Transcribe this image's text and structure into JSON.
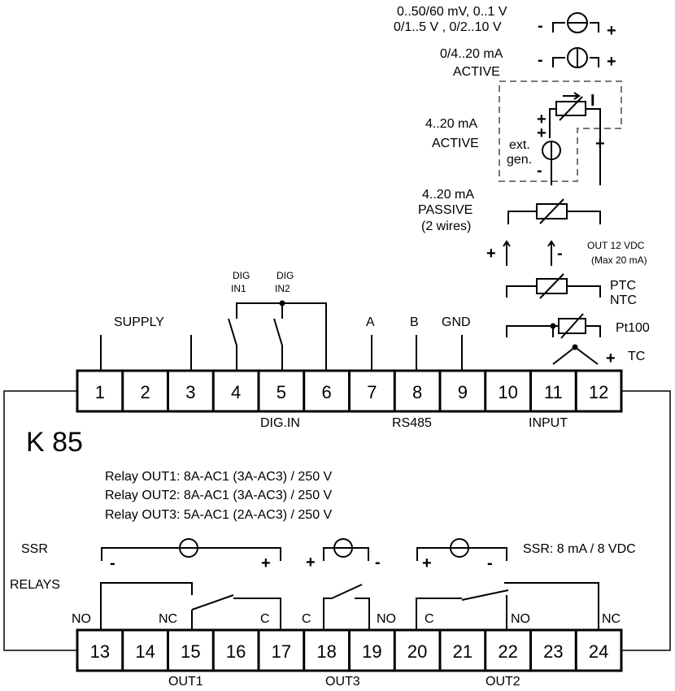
{
  "model": "K 85",
  "top_terminals": [
    "1",
    "2",
    "3",
    "4",
    "5",
    "6",
    "7",
    "8",
    "9",
    "10",
    "11",
    "12"
  ],
  "bottom_terminals": [
    "13",
    "14",
    "15",
    "16",
    "17",
    "18",
    "19",
    "20",
    "21",
    "22",
    "23",
    "24"
  ],
  "labels": {
    "supply": "SUPPLY",
    "dig_in1": [
      "DIG",
      "IN1"
    ],
    "dig_in2": [
      "DIG",
      "IN2"
    ],
    "a": "A",
    "b": "B",
    "gnd": "GND",
    "dig_in": "DIG.IN",
    "rs485": "RS485",
    "input": "INPUT",
    "out1": "OUT1",
    "out3": "OUT3",
    "out2": "OUT2"
  },
  "input_options": {
    "mv_v_line1": "0..50/60 mV, 0..1 V",
    "mv_v_line2": "0/1..5 V , 0/2..10 V",
    "ma_active_line1": "0/4..20 mA",
    "ma_active_line2": "ACTIVE",
    "ma420_active_line1": "4..20 mA",
    "ma420_active_line2": "ACTIVE",
    "ext_gen_line1": "ext.",
    "ext_gen_line2": "gen.",
    "passive_line1": "4..20 mA",
    "passive_line2": "PASSIVE",
    "passive_line3": "(2 wires)",
    "out12_line1": "OUT 12 VDC",
    "out12_line2": "(Max 20 mA)",
    "ptc": "PTC",
    "ntc": "NTC",
    "pt100": "Pt100",
    "tc": "TC"
  },
  "relay_specs": [
    "Relay OUT1: 8A-AC1 (3A-AC3) / 250 V",
    "Relay OUT2: 8A-AC1 (3A-AC3) / 250 V",
    "Relay OUT3: 5A-AC1 (2A-AC3) / 250 V"
  ],
  "outputs": {
    "ssr": "SSR",
    "relays": "RELAYS",
    "ssr_spec": "SSR: 8 mA / 8 VDC",
    "no": "NO",
    "nc": "NC",
    "c": "C"
  },
  "signs": {
    "plus": "+",
    "minus": "-",
    "i": "I"
  }
}
